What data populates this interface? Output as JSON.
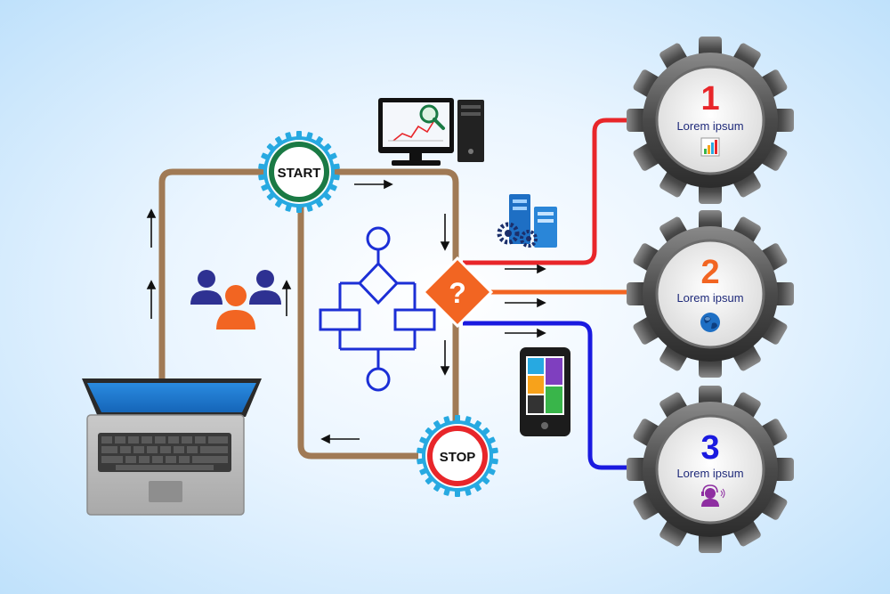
{
  "start_label": "START",
  "stop_label": "STOP",
  "decision_symbol": "?",
  "gears": [
    {
      "number": "1",
      "label": "Lorem ipsum",
      "icon": "bar-chart-icon",
      "color": "#e8262a"
    },
    {
      "number": "2",
      "label": "Lorem ipsum",
      "icon": "globe-icon",
      "color": "#f26522"
    },
    {
      "number": "3",
      "label": "Lorem ipsum",
      "icon": "support-agent-icon",
      "color": "#1a1ae0"
    }
  ],
  "colors": {
    "loop": "#a07a55",
    "flowchart": "#1c2fd6",
    "decision": "#f26522",
    "start_ring": "#1a7a44",
    "stop_ring": "#e8262a",
    "gear_teeth": "#27a9e1"
  }
}
